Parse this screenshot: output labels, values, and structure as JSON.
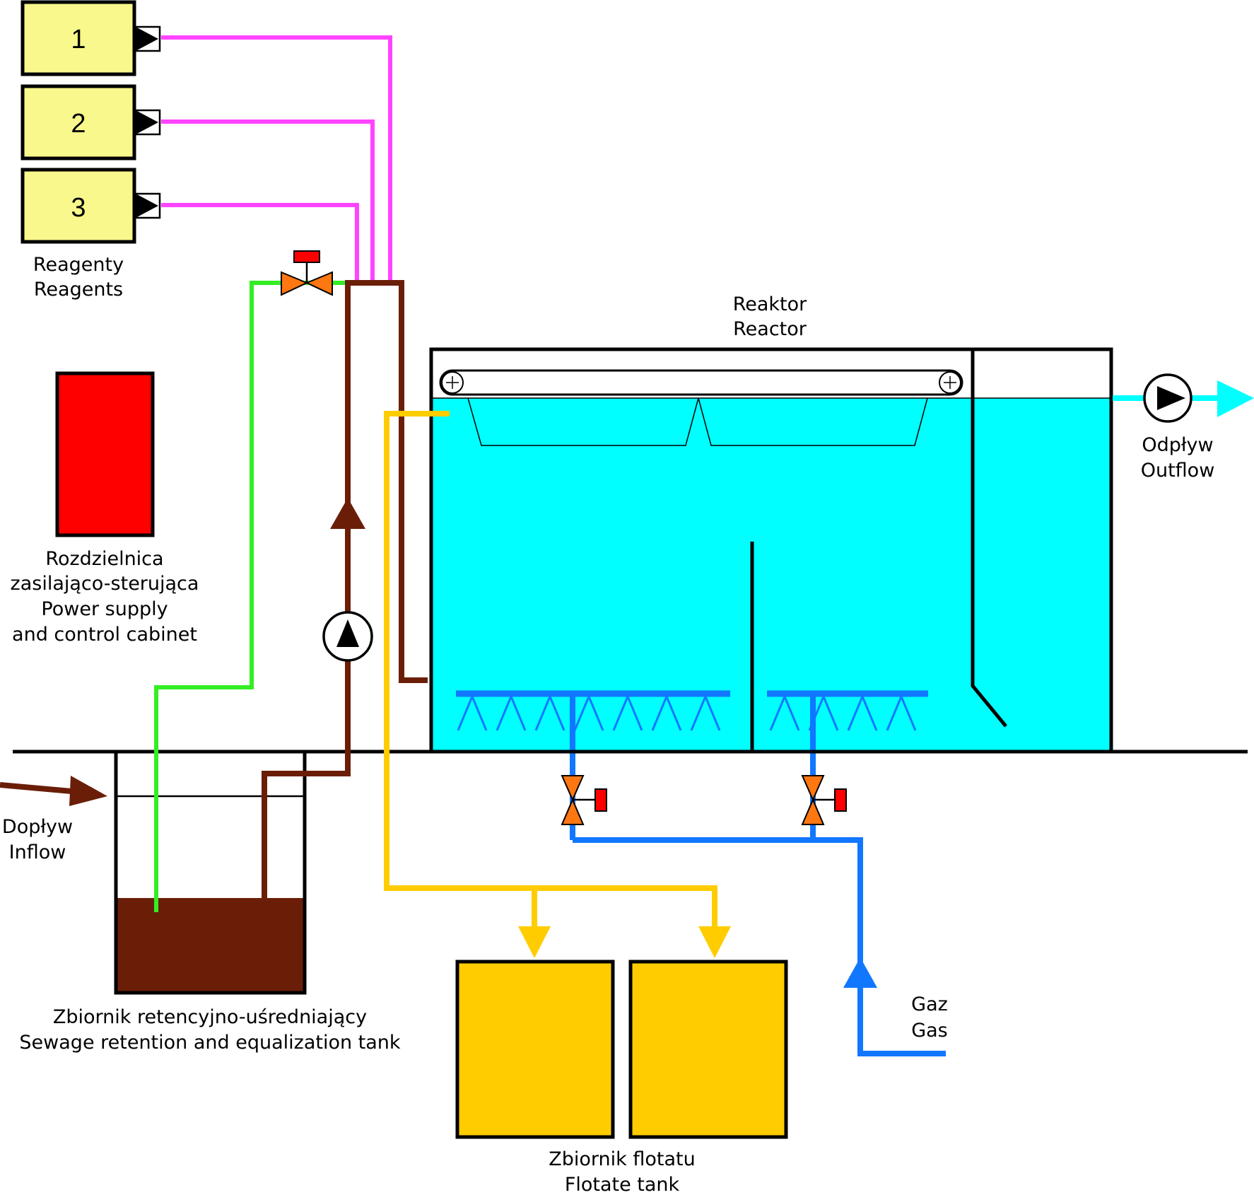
{
  "reagents": {
    "boxes": [
      {
        "number": "1"
      },
      {
        "number": "2"
      },
      {
        "number": "3"
      }
    ],
    "label_pl": "Reagenty",
    "label_en": "Reagents"
  },
  "cabinet": {
    "label_line1": "Rozdzielnica",
    "label_line2": "zasilająco-sterująca",
    "label_line3": "Power supply",
    "label_line4": "and control cabinet"
  },
  "reactor": {
    "label_pl": "Reaktor",
    "label_en": "Reactor"
  },
  "outflow": {
    "label_pl": "Odpływ",
    "label_en": "Outflow"
  },
  "inflow": {
    "label_pl": "Dopływ",
    "label_en": "Inflow"
  },
  "retention_tank": {
    "label_pl": "Zbiornik retencyjno-uśredniający",
    "label_en": "Sewage retention and equalization tank"
  },
  "flotate_tank": {
    "label_pl": "Zbiornik flotatu",
    "label_en": "Flotate tank"
  },
  "gas": {
    "label_pl": "Gaz",
    "label_en": "Gas"
  },
  "colors": {
    "reagent_box": "#F8F88C",
    "reagent_line": "#FF44FF",
    "cabinet": "#FF0000",
    "water_line": "#33EE22",
    "sewage": "#6A1E08",
    "reactor_water": "#00FFFF",
    "flotate": "#FFCC00",
    "gas_line": "#1177FF",
    "valve_body": "#FF7711",
    "valve_actuator": "#FF0000"
  }
}
